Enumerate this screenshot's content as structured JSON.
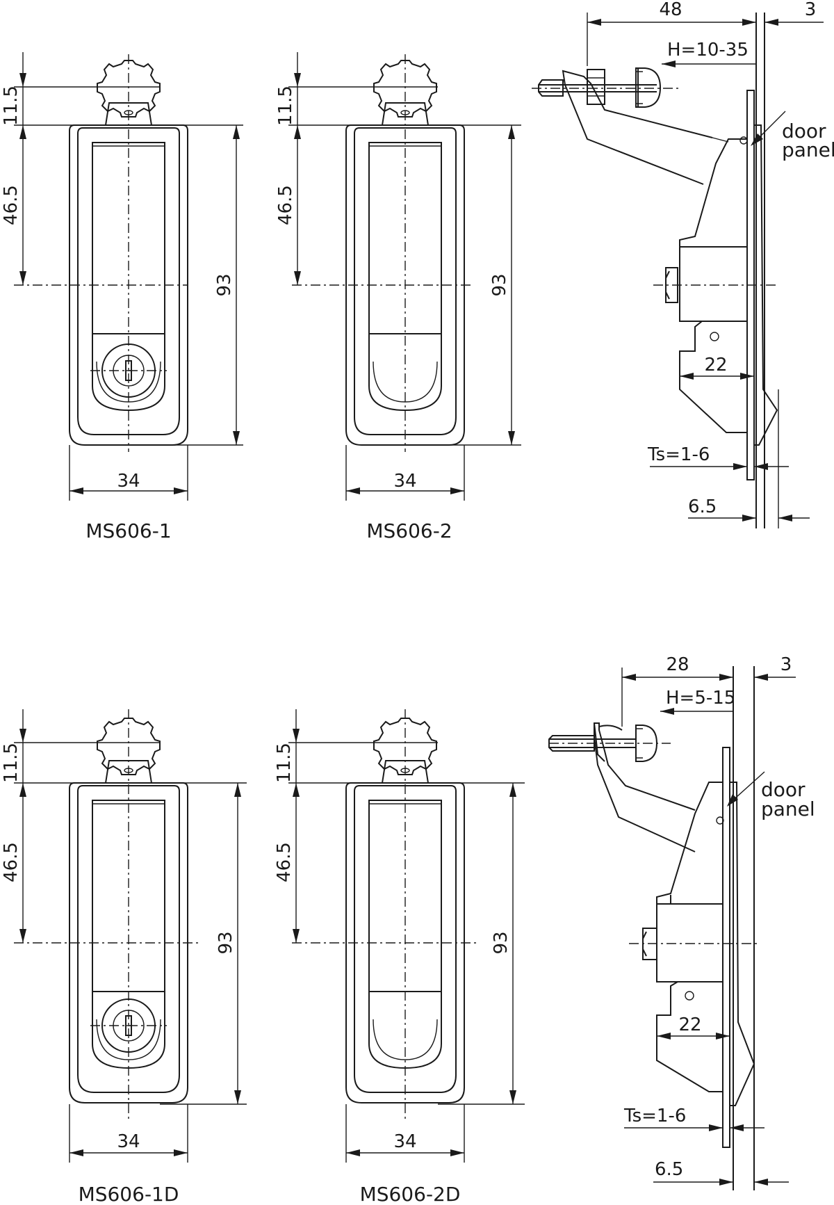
{
  "views": {
    "ms606_1": {
      "caption": "MS606-1",
      "dims": {
        "top": "11.5",
        "mid": "46.5",
        "height": "93",
        "width": "34"
      }
    },
    "ms606_2": {
      "caption": "MS606-2",
      "dims": {
        "top": "11.5",
        "mid": "46.5",
        "height": "93",
        "width": "34"
      }
    },
    "ms606_1d": {
      "caption": "MS606-1D",
      "dims": {
        "top": "11.5",
        "mid": "46.5",
        "height": "93",
        "width": "34"
      }
    },
    "ms606_2d": {
      "caption": "MS606-2D",
      "dims": {
        "top": "11.5",
        "mid": "46.5",
        "height": "93",
        "width": "34"
      }
    }
  },
  "side_top": {
    "dim_48": "48",
    "dim_3": "3",
    "h_range": "H=10-35",
    "door_label_1": "door",
    "door_label_2": "panel",
    "dim_22": "22",
    "ts": "Ts=1-6",
    "dim_6_5": "6.5"
  },
  "side_bottom": {
    "dim_28": "28",
    "dim_3": "3",
    "h_range": "H=5-15",
    "door_label_1": "door",
    "door_label_2": "panel",
    "dim_22": "22",
    "ts": "Ts=1-6",
    "dim_6_5": "6.5"
  }
}
